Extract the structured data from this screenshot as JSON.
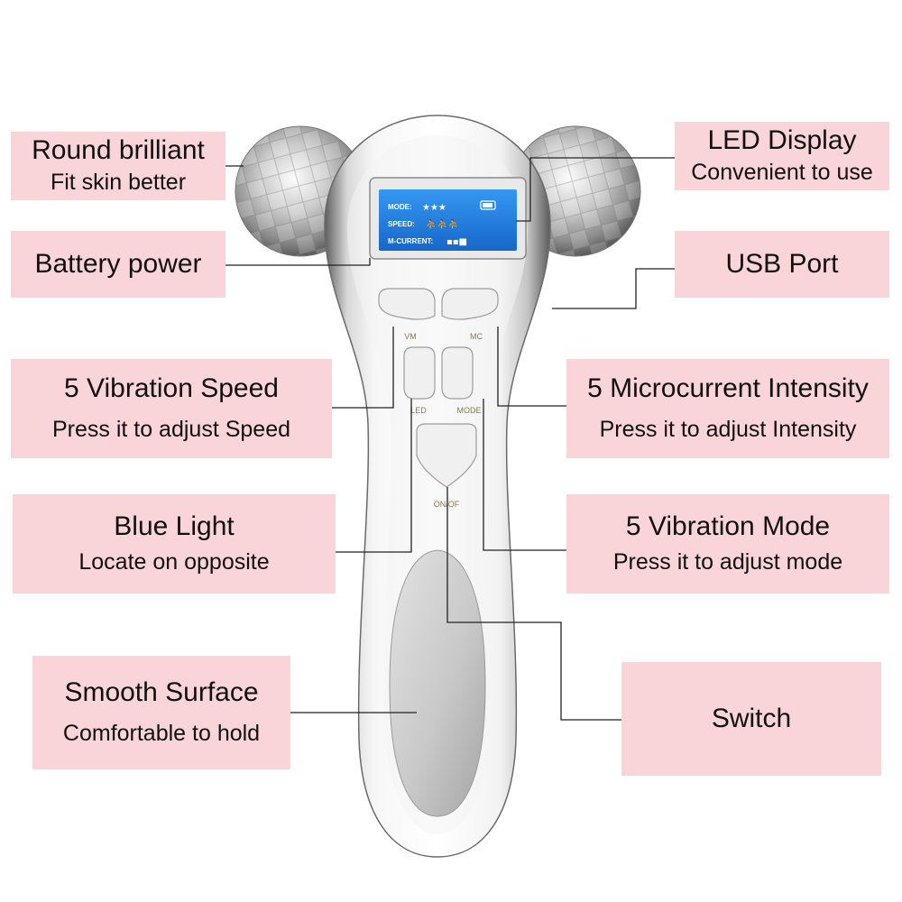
{
  "callouts": {
    "round_brilliant": {
      "title": "Round brilliant",
      "sub": "Fit skin better"
    },
    "battery": {
      "title": "Battery power"
    },
    "vibration_speed": {
      "title": "5 Vibration Speed",
      "sub": "Press it to adjust Speed"
    },
    "blue_light": {
      "title": "Blue Light",
      "sub": "Locate on opposite"
    },
    "smooth_surface": {
      "title": "Smooth Surface",
      "sub": "Comfortable to hold"
    },
    "led_display": {
      "title": "LED Display",
      "sub": "Convenient to use"
    },
    "usb_port": {
      "title": "USB Port"
    },
    "microcurrent": {
      "title": "5 Microcurrent Intensity",
      "sub": "Press it to adjust Intensity"
    },
    "vibration_mode": {
      "title": "5 Vibration Mode",
      "sub": "Press it to adjust mode"
    },
    "switch": {
      "title": "Switch"
    }
  },
  "display": {
    "mode_label": "MODE:",
    "mode_value": "★★★",
    "speed_label": "SPEED:",
    "speed_value": "⛹⛹⛹",
    "current_label": "M-CURRENT:",
    "current_value": "▪▪■"
  },
  "buttons": {
    "vm": "VM",
    "mc": "MC",
    "led": "LED",
    "mode": "MODE",
    "onoff": "ON/OF"
  },
  "colors": {
    "callout_bg": "#f9d4d8",
    "screen": "#1f7fe0"
  }
}
